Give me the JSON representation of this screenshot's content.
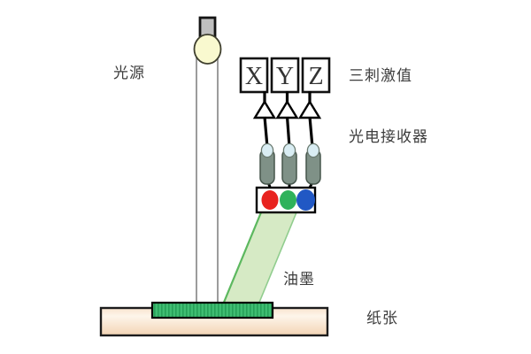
{
  "labels": {
    "light_source": "光源",
    "tristimulus": "三刺激值",
    "photo_receiver": "光电接收器",
    "ink": "油墨",
    "paper": "纸张"
  },
  "channels": [
    {
      "label": "X"
    },
    {
      "label": "Y"
    },
    {
      "label": "Z"
    }
  ],
  "filters": [
    {
      "name": "red",
      "color": "#e8231f"
    },
    {
      "name": "green",
      "color": "#2fb25b"
    },
    {
      "name": "blue",
      "color": "#2158c4"
    }
  ],
  "colors": {
    "bulb_yellow": "#f9f9cf",
    "socket_gray": "#bfbfbf",
    "beam_green": "#d6eac5",
    "beam_edge_green": "#5cb85f",
    "beam_edge_light": "#90cd8e",
    "ink_green": "#3fbd72",
    "ink_weave_green": "#27a059",
    "paper_cream_top": "#f9e4cf",
    "paper_cream_mid": "#fdf5ea",
    "paper_cream_bottom": "#f3d4b4",
    "cylinder_body_gray": "#7f9187",
    "cylinder_cap_blue": "#d9edf3"
  }
}
